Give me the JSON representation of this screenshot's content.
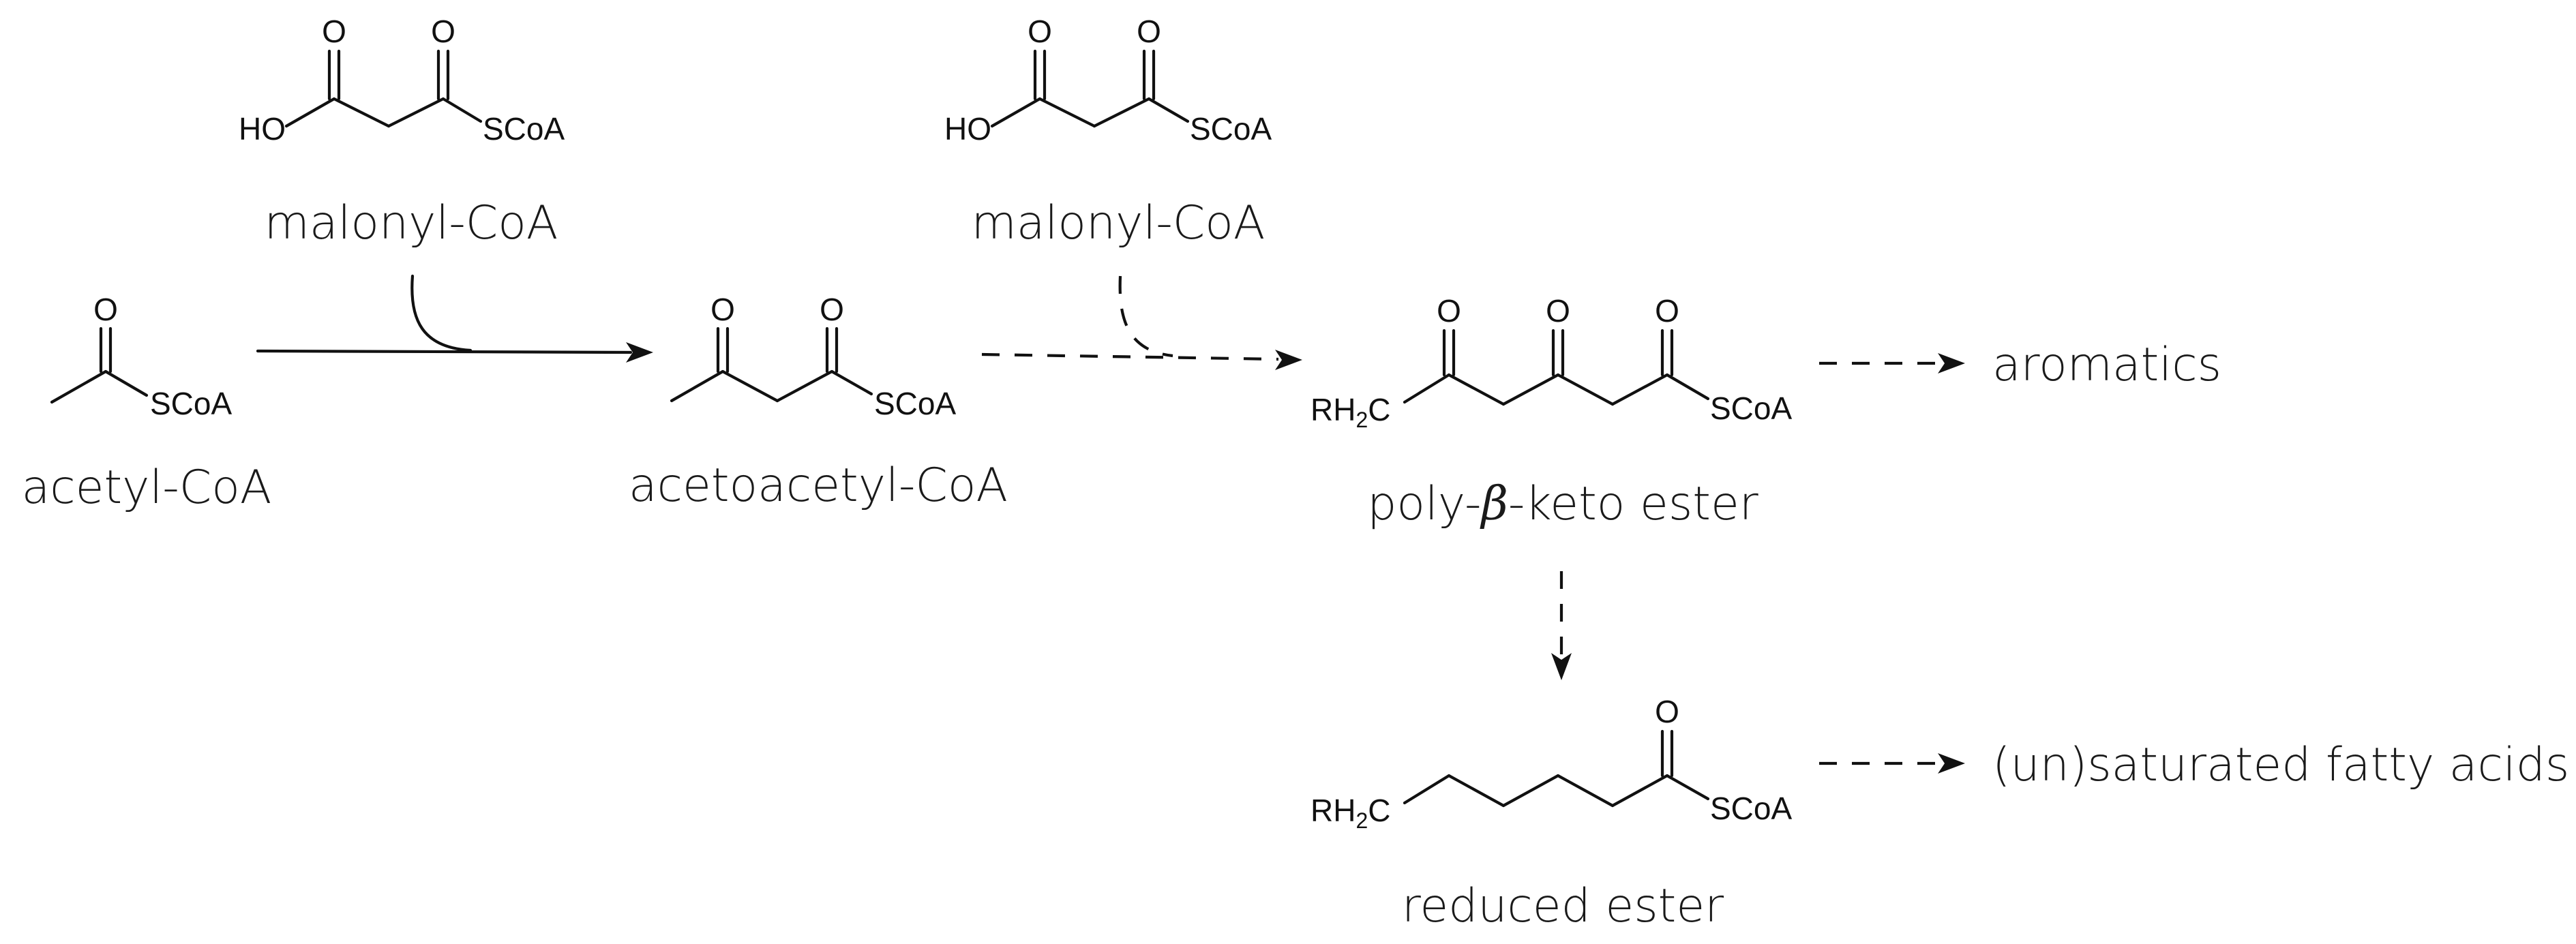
{
  "compounds": {
    "acetyl_coa": {
      "name": "acetyl-CoA",
      "atoms": {
        "carbonyl_o": "O",
        "thioester": "SCoA"
      }
    },
    "malonyl_coa_1": {
      "name": "malonyl-CoA",
      "atoms": {
        "acid_o": "O",
        "ketone_o": "O",
        "hydroxyl": "HO",
        "thioester": "SCoA"
      }
    },
    "malonyl_coa_2": {
      "name": "malonyl-CoA",
      "atoms": {
        "acid_o": "O",
        "ketone_o": "O",
        "hydroxyl": "HO",
        "thioester": "SCoA"
      }
    },
    "acetoacetyl_coa": {
      "name": "acetoacetyl-CoA",
      "atoms": {
        "o1": "O",
        "o2": "O",
        "thioester": "SCoA"
      }
    },
    "poly_beta_keto_ester": {
      "name_prefix": "poly-",
      "name_greek": "β",
      "name_suffix": "-keto ester",
      "atoms": {
        "o1": "O",
        "o2": "O",
        "o3": "O",
        "r_group": "RH",
        "r_sub": "2",
        "r_c": "C",
        "thioester": "SCoA"
      }
    },
    "reduced_ester": {
      "name": "reduced ester",
      "atoms": {
        "o1": "O",
        "r_group": "RH",
        "r_sub": "2",
        "r_c": "C",
        "thioester": "SCoA"
      }
    }
  },
  "products": {
    "aromatics": "aromatics",
    "fatty_acids": "(un)saturated fatty acids"
  },
  "arrows": [
    {
      "id": "acetyl-to-acetoacetyl",
      "style": "solid"
    },
    {
      "id": "acetoacetyl-to-polyketo",
      "style": "dashed"
    },
    {
      "id": "polyketo-to-aromatics",
      "style": "dashed"
    },
    {
      "id": "polyketo-to-reduced",
      "style": "dashed"
    },
    {
      "id": "reduced-to-fatty-acids",
      "style": "dashed"
    }
  ]
}
